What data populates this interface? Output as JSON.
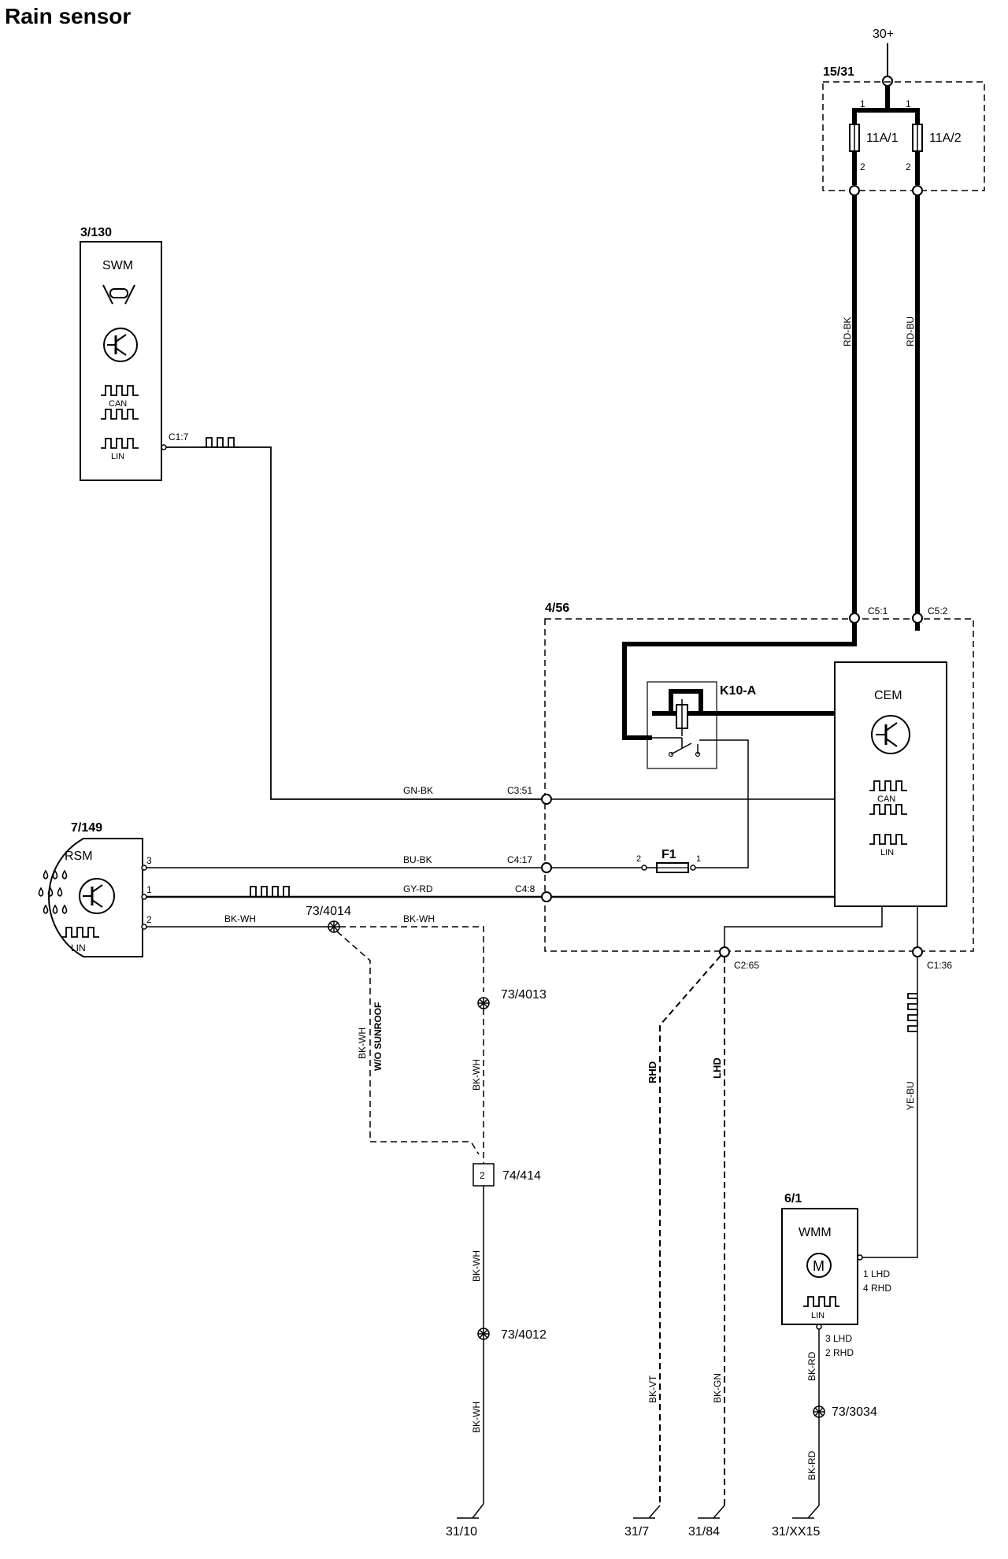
{
  "title": "Rain sensor",
  "power": {
    "supply": "30+",
    "fusebox_id": "15/31",
    "fuse_a": {
      "label": "11A/1",
      "pin_in": "1",
      "pin_out": "2"
    },
    "fuse_b": {
      "label": "11A/2",
      "pin_in": "1",
      "pin_out": "2"
    }
  },
  "swm": {
    "id": "3/130",
    "name": "SWM",
    "can": "CAN",
    "lin": "LIN",
    "pin": "C1:7"
  },
  "cem_box": {
    "id": "4/56",
    "name": "CEM",
    "can": "CAN",
    "lin": "LIN",
    "relay": "K10-A",
    "fuse": {
      "label": "F1",
      "pin_left": "2",
      "pin_right": "1"
    },
    "pins": {
      "c5_1": "C5:1",
      "c5_2": "C5:2",
      "c3_51": "C3:51",
      "c4_17": "C4:17",
      "c4_8": "C4:8",
      "c2_65": "C2:65",
      "c1_36": "C1:36"
    }
  },
  "rsm": {
    "id": "7/149",
    "name": "RSM",
    "lin": "LIN",
    "pin_3": "3",
    "pin_1": "1",
    "pin_2": "2"
  },
  "wmm": {
    "id": "6/1",
    "name": "WMM",
    "motor": "M",
    "lin": "LIN",
    "pin_lin_a": "1 LHD",
    "pin_lin_b": "4 RHD",
    "pin_gnd_a": "3 LHD",
    "pin_gnd_b": "2 RHD"
  },
  "wires": {
    "rd_bk": "RD-BK",
    "rd_bu": "RD-BU",
    "gn_bk": "GN-BK",
    "bu_bk": "BU-BK",
    "gy_rd": "GY-RD",
    "bk_wh": "BK-WH",
    "bk_wh_b": "BK-WH",
    "bk_wh_v": "BK-WH",
    "bk_wh_v2": "BK-WH",
    "bk_wh_v3": "BK-WH",
    "bk_wh_v4": "BK-WH",
    "ye_bu": "YE-BU",
    "bk_vt": "BK-VT",
    "bk_gn": "BK-GN",
    "bk_rd": "BK-RD",
    "bk_rd_b": "BK-RD",
    "rhd": "RHD",
    "lhd": "LHD",
    "wo_sunroof": "W/O SUNROOF"
  },
  "splices": {
    "s4014": "73/4014",
    "s4013": "73/4013",
    "s4012": "73/4012",
    "s3034": "73/3034"
  },
  "connector": {
    "id": "74/414",
    "pin": "2"
  },
  "grounds": {
    "g1": "31/10",
    "g2": "31/7",
    "g3": "31/84",
    "g4": "31/XX15"
  }
}
